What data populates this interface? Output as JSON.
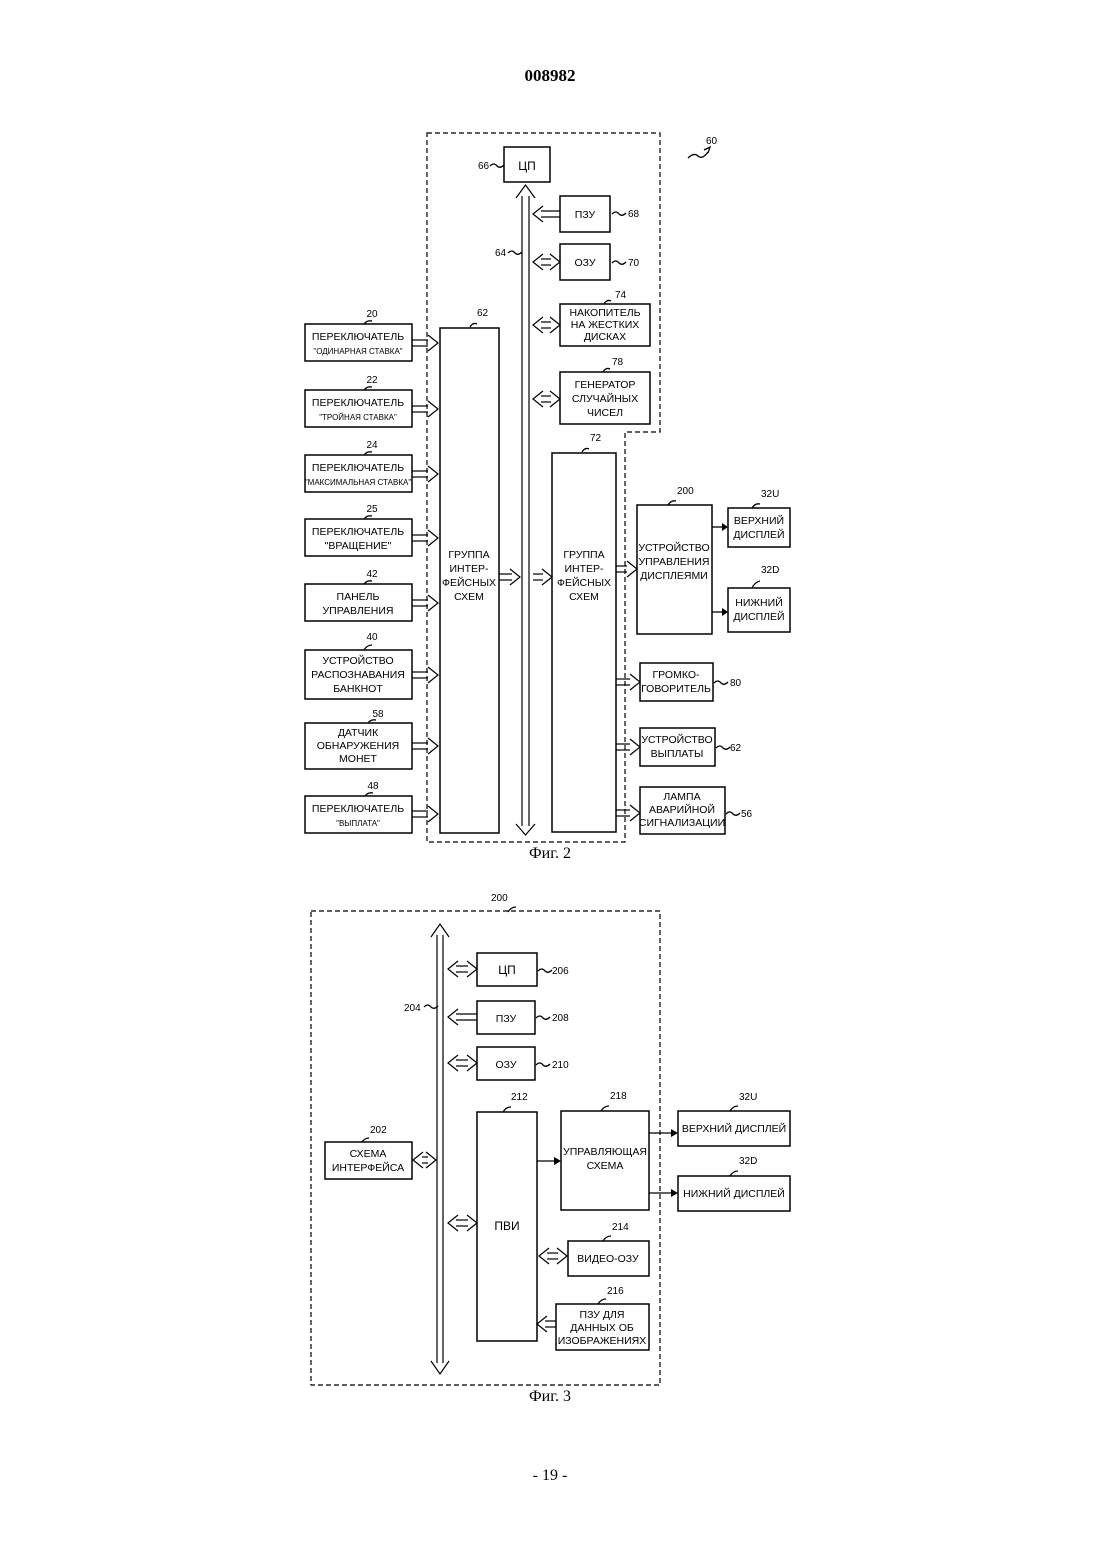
{
  "header": {
    "doc_number": "008982"
  },
  "footer": {
    "page_number": "- 19 -"
  },
  "fig2": {
    "caption": "Фиг. 2",
    "ref_60": "60",
    "ref_64": "64",
    "cpu": {
      "label": "ЦП",
      "ref": "66"
    },
    "rom": {
      "label": "ПЗУ",
      "ref": "68"
    },
    "ram": {
      "label": "ОЗУ",
      "ref": "70"
    },
    "hdd": {
      "lines": [
        "НАКОПИТЕЛЬ",
        "НА ЖЕСТКИХ",
        "ДИСКАХ"
      ],
      "ref": "74"
    },
    "rng": {
      "lines": [
        "ГЕНЕРАТОР",
        "СЛУЧАЙНЫХ",
        "ЧИСЕЛ"
      ],
      "ref": "78"
    },
    "iface_left": {
      "lines": [
        "ГРУППА",
        "ИНТЕР-",
        "ФЕЙСНЫХ",
        "СХЕМ"
      ],
      "ref": "62"
    },
    "iface_right": {
      "lines": [
        "ГРУППА",
        "ИНТЕР-",
        "ФЕЙСНЫХ",
        "СХЕМ"
      ],
      "ref": "72"
    },
    "inputs": [
      {
        "ref": "20",
        "line1": "ПЕРЕКЛЮЧАТЕЛЬ",
        "line2": "\"ОДИНАРНАЯ СТАВКА\""
      },
      {
        "ref": "22",
        "line1": "ПЕРЕКЛЮЧАТЕЛЬ",
        "line2": "\"ТРОЙНАЯ СТАВКА\""
      },
      {
        "ref": "24",
        "line1": "ПЕРЕКЛЮЧАТЕЛЬ",
        "line2": "\"МАКСИМАЛЬНАЯ СТАВКА\""
      },
      {
        "ref": "25",
        "line1": "ПЕРЕКЛЮЧАТЕЛЬ",
        "line2": "\"ВРАЩЕНИЕ\""
      },
      {
        "ref": "42",
        "line1": "ПАНЕЛЬ",
        "line2": "УПРАВЛЕНИЯ"
      },
      {
        "ref": "40",
        "line1": "УСТРОЙСТВО",
        "line2": "РАСПОЗНАВАНИЯ",
        "line3": "БАНКНОТ"
      },
      {
        "ref": "58",
        "line1": "ДАТЧИК",
        "line2": "ОБНАРУЖЕНИЯ",
        "line3": "МОНЕТ"
      },
      {
        "ref": "48",
        "line1": "ПЕРЕКЛЮЧАТЕЛЬ",
        "line2": "\"ВЫПЛАТА\""
      }
    ],
    "display_ctrl": {
      "lines": [
        "УСТРОЙСТВО",
        "УПРАВЛЕНИЯ",
        "ДИСПЛЕЯМИ"
      ],
      "ref": "200"
    },
    "upper_display": {
      "lines": [
        "ВЕРХНИЙ",
        "ДИСПЛЕЙ"
      ],
      "ref": "32U"
    },
    "lower_display": {
      "lines": [
        "НИЖНИЙ",
        "ДИСПЛЕЙ"
      ],
      "ref": "32D"
    },
    "speaker": {
      "lines": [
        "ГРОМКО-",
        "ГОВОРИТЕЛЬ"
      ],
      "ref": "80"
    },
    "payout": {
      "lines": [
        "УСТРОЙСТВО",
        "ВЫПЛАТЫ"
      ],
      "ref": "62"
    },
    "alarm": {
      "lines": [
        "ЛАМПА",
        "АВАРИЙНОЙ",
        "СИГНАЛИЗАЦИИ"
      ],
      "ref": "56"
    }
  },
  "fig3": {
    "caption": "Фиг. 3",
    "ref_200": "200",
    "ref_204": "204",
    "cpu": {
      "label": "ЦП",
      "ref": "206"
    },
    "rom": {
      "label": "ПЗУ",
      "ref": "208"
    },
    "ram": {
      "label": "ОЗУ",
      "ref": "210"
    },
    "iface": {
      "lines": [
        "СХЕМА",
        "ИНТЕРФЕЙСА"
      ],
      "ref": "202"
    },
    "pvi": {
      "label": "ПВИ",
      "ref": "212"
    },
    "ctrl": {
      "lines": [
        "УПРАВЛЯЮЩАЯ",
        "СХЕМА"
      ],
      "ref": "218"
    },
    "upper_display": {
      "label": "ВЕРХНИЙ ДИСПЛЕЙ",
      "ref": "32U"
    },
    "lower_display": {
      "label": "НИЖНИЙ ДИСПЛЕЙ",
      "ref": "32D"
    },
    "vram": {
      "label": "ВИДЕО-ОЗУ",
      "ref": "214"
    },
    "img_rom": {
      "lines": [
        "ПЗУ ДЛЯ",
        "ДАННЫХ ОБ",
        "ИЗОБРАЖЕНИЯХ"
      ],
      "ref": "216"
    }
  }
}
